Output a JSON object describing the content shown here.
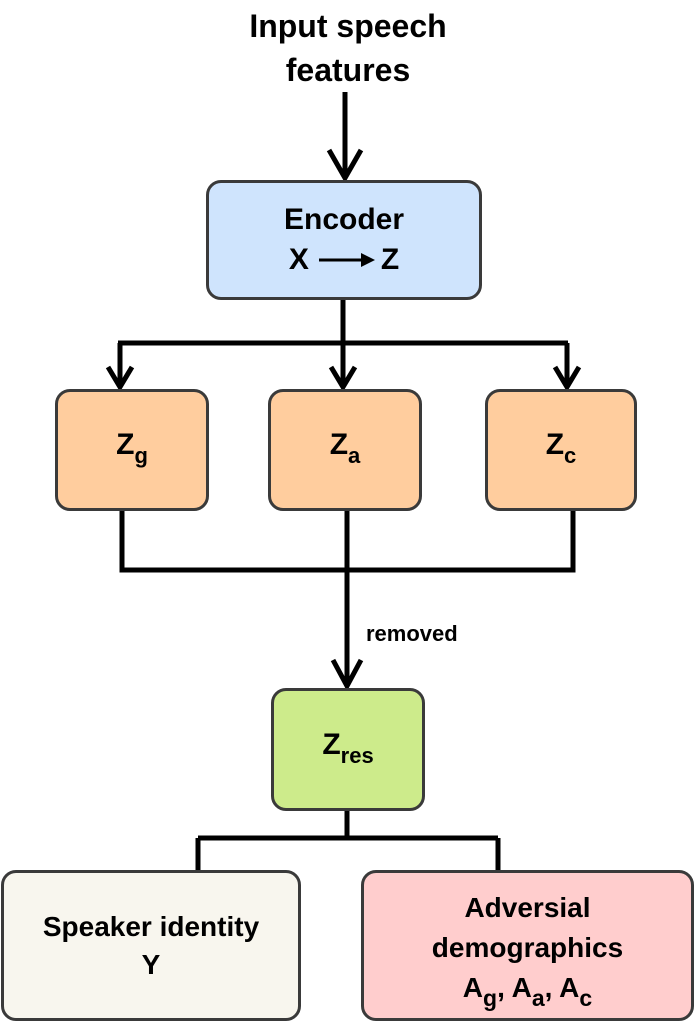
{
  "title": {
    "line1": "Input speech",
    "line2": "features"
  },
  "encoder": {
    "title": "Encoder",
    "from": "X",
    "to": "Z"
  },
  "latents": [
    {
      "base": "Z",
      "sub": "g"
    },
    {
      "base": "Z",
      "sub": "a"
    },
    {
      "base": "Z",
      "sub": "c"
    }
  ],
  "edge_label": "removed",
  "residual": {
    "base": "Z",
    "sub": "res"
  },
  "speaker": {
    "line1": "Speaker identity",
    "line2": "Y"
  },
  "adversarial": {
    "line1": "Adversial",
    "line2": "demographics",
    "items": [
      {
        "base": "A",
        "sub": "g",
        "sep": ","
      },
      {
        "base": "A",
        "sub": "a",
        "sep": ","
      },
      {
        "base": "A",
        "sub": "c",
        "sep": ""
      }
    ]
  },
  "colors": {
    "encoder_fill": "#cfe4fd",
    "latent_fill": "#ffcd9e",
    "residual_fill": "#cdeb8b",
    "speaker_fill": "#f8f6ee",
    "adversarial_fill": "#ffcdcd",
    "border": "#3a3a3a",
    "line": "#000000"
  }
}
